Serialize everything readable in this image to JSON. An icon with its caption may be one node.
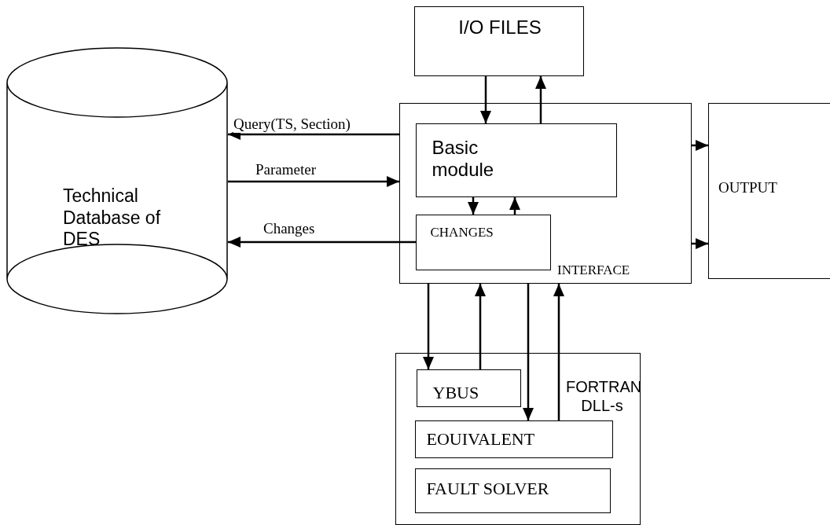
{
  "diagram": {
    "nodes": [
      {
        "text": [
          "I/O FILES"
        ]
      },
      {
        "text": [
          "Technical Database of DES"
        ]
      },
      {
        "text": [
          "INTERFACE"
        ]
      },
      {
        "text": [
          "Basic module"
        ],
        "in": 2
      },
      {
        "text": [
          "CHANGES"
        ],
        "in": 2
      },
      {
        "text": [
          "OUTPUT"
        ]
      },
      {
        "text": [
          "FORTRAN DLL-s"
        ]
      },
      {
        "text": [
          "YBUS"
        ],
        "in": 6
      },
      {
        "text": [
          "EOUIVALENT"
        ],
        "in": 6
      },
      {
        "text": [
          "FAULT SOLVER"
        ],
        "in": 6
      }
    ],
    "edges": [
      {
        "from": 0,
        "to": 3,
        "arrow": "to"
      },
      {
        "from": 3,
        "to": 0,
        "arrow": "to"
      },
      {
        "from": 2,
        "to": 1,
        "arrow": "to",
        "label": "Query(TS, Section)"
      },
      {
        "from": 1,
        "to": 2,
        "arrow": "to",
        "label": "Parameter"
      },
      {
        "from": 4,
        "to": 1,
        "arrow": "to",
        "label": "Changes"
      },
      {
        "from": 3,
        "to": 4,
        "arrow": "to"
      },
      {
        "from": 4,
        "to": 3,
        "arrow": "to"
      },
      {
        "from": 2,
        "to": 5,
        "arrow": "to"
      },
      {
        "from": 2,
        "to": 5,
        "arrow": "to"
      },
      {
        "from": 2,
        "to": 7,
        "arrow": "to"
      },
      {
        "from": 7,
        "to": 2,
        "arrow": "to"
      },
      {
        "from": 2,
        "to": 8,
        "arrow": "to"
      },
      {
        "from": 8,
        "to": 2,
        "arrow": "to"
      }
    ]
  }
}
